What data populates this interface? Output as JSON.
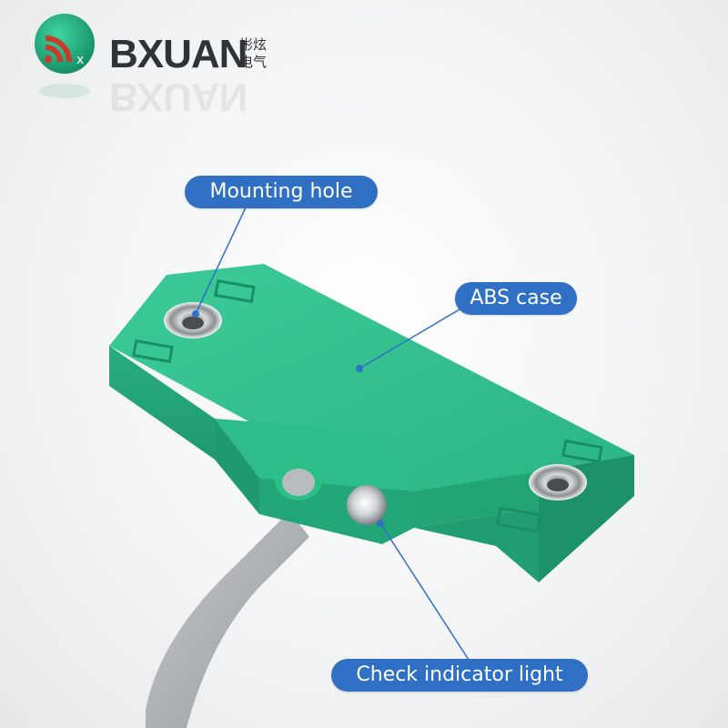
{
  "brand": {
    "name": "BXUAN",
    "chinese_line1": "彬炫",
    "chinese_line2": "电气",
    "logo_icon": "signal-wave-icon",
    "logo_letter": "x"
  },
  "callouts": {
    "mounting_hole": "Mounting hole",
    "abs_case": "ABS case",
    "check_indicator_light": "Check indicator light"
  },
  "colors": {
    "callout_background": "#2f6fc4",
    "case_green": "#2fbf8c",
    "case_green_dark": "#1f9b72",
    "cable_gray": "#b5b8bb",
    "brand_text": "#2e3338"
  }
}
